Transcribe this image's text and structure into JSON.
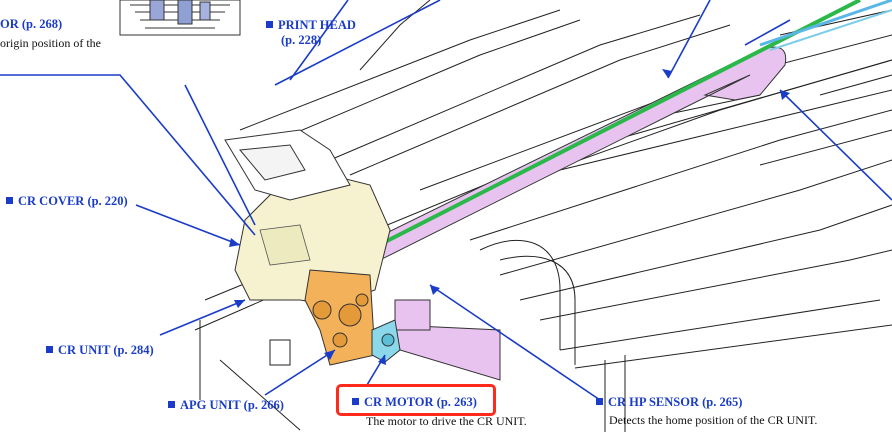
{
  "labels": {
    "or_motor_ref": "OR (p. 268)",
    "origin_desc": "origin position of the",
    "print_head": "PRINT HEAD",
    "print_head_page": "(p. 228)",
    "cr_cover": "CR COVER (p. 220)",
    "cr_unit": "CR UNIT (p. 284)",
    "apg_unit": "APG UNIT (p. 266)",
    "cr_motor": "CR MOTOR (p. 263)",
    "cr_motor_desc": "The motor to drive the CR UNIT.",
    "cr_hp_sensor": "CR HP SENSOR (p. 265)",
    "cr_hp_sensor_desc": "Detects the home position of the CR UNIT."
  },
  "colors": {
    "label_blue": "#1a3cc8",
    "highlight_red": "#ff2a1a",
    "cable_pink": "#e9c3f0",
    "cover_yellow": "#f6f2cf",
    "unit_orange": "#f3b25a",
    "motor_cyan": "#8ad8ea",
    "rail_green": "#2bb84a"
  }
}
